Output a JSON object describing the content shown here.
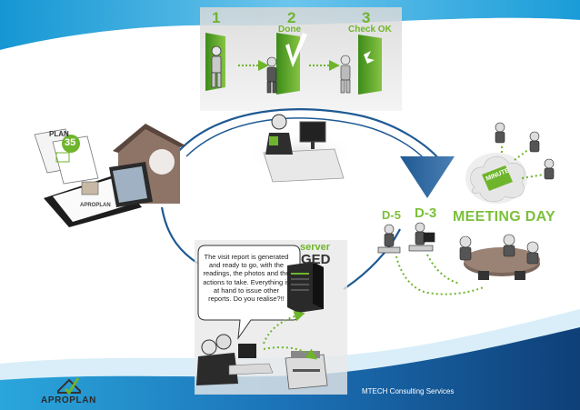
{
  "steps": [
    {
      "number": "1",
      "subtitle": ""
    },
    {
      "number": "2",
      "subtitle": "Done"
    },
    {
      "number": "3",
      "subtitle": "Check OK"
    }
  ],
  "plan_badge": {
    "label": "PLAN",
    "number": "35"
  },
  "tablet_brand": "APROPLAN",
  "meeting": {
    "d5": "D-5",
    "d3": "D-3",
    "title": "MEETING DAY",
    "minute_label": "MINUTE"
  },
  "server": {
    "line1": "server",
    "line2": "GED"
  },
  "bubble_text": "The visit report is generated and ready to go, with the readings, the photos and the actions to take. Everything is at hand to issue other reports. Do you realise?!!",
  "footer_text": "MTECH Consulting Services",
  "brand_name": "APROPLAN",
  "colors": {
    "accent_green": "#6fb52c",
    "flow_blue": "#1f5a93",
    "sky_blue": "#2aa6dc",
    "navy": "#0f3f77"
  }
}
